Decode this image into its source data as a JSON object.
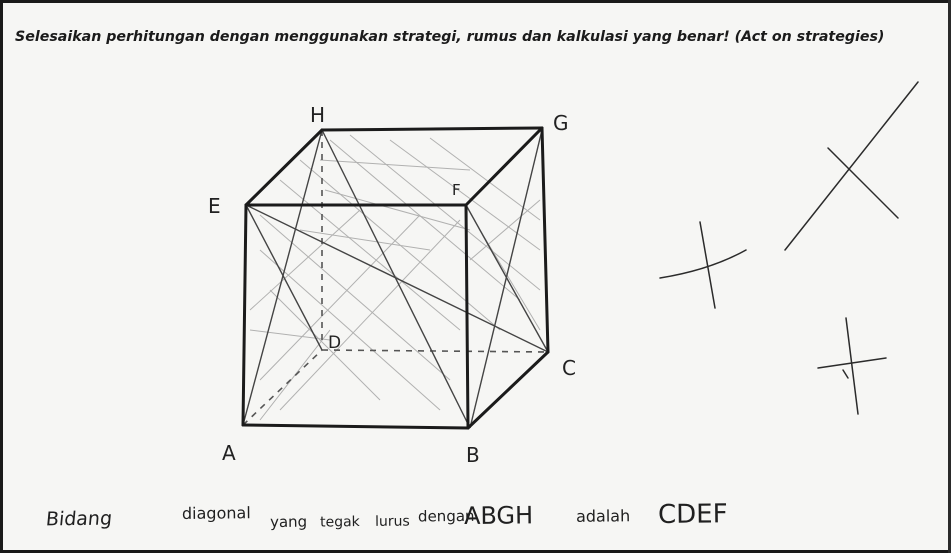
{
  "task": {
    "instruction": "Selesaikan perhitungan dengan menggunakan strategi, rumus dan kalkulasi yang benar! (Act on strategies)"
  },
  "cube": {
    "vertices": {
      "A": "A",
      "B": "B",
      "C": "C",
      "D": "D",
      "E": "E",
      "F": "F",
      "G": "G",
      "H": "H"
    }
  },
  "answer": {
    "words": [
      "Bidang",
      "diagonal",
      "yang",
      "tegak",
      "lurus",
      "dengan",
      "ABGH",
      "adalah",
      "CDEF"
    ]
  }
}
